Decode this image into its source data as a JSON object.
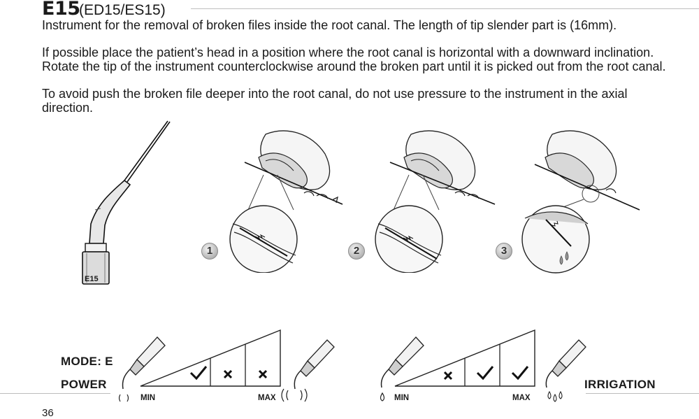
{
  "header": {
    "model": "E15",
    "variants": "(ED15/ES15)"
  },
  "instructions": [
    "Instrument for the removal of broken files inside the root canal. The length of tip slender part is (16mm).",
    "If possible place the patient’s head in a position where the root canal is horizontal with a downward inclination. Rotate the tip of the instrument counterclockwise around the broken part until it is picked out from the root canal.",
    "To avoid push the broken file deeper into the root canal, do not use pressure to the instrument in the axial direction."
  ],
  "tip_label": "E15",
  "steps": [
    "1",
    "2",
    "3"
  ],
  "settings": {
    "mode_label": "MODE: E",
    "power_label": "POWER",
    "irrigation_label": "IRRIGATION",
    "min_label": "MIN",
    "max_label": "MAX",
    "power_marks": [
      "check",
      "cross",
      "cross"
    ],
    "irrigation_marks": [
      "cross",
      "check",
      "check"
    ]
  },
  "page_number": "36"
}
